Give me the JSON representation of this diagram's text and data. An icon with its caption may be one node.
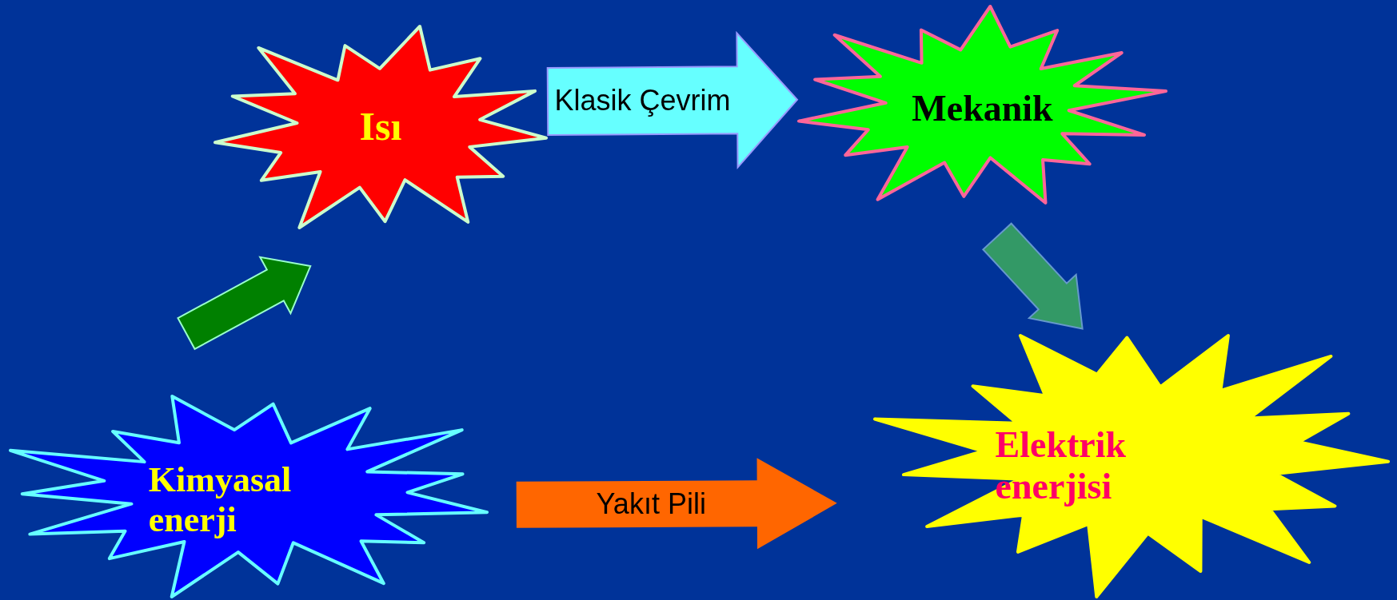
{
  "diagram": {
    "nodes": [
      {
        "text": [
          "Isı"
        ]
      },
      {
        "text": [
          "Mekanik"
        ]
      },
      {
        "text": [
          "Kimyasal enerji"
        ]
      },
      {
        "text": [
          "Elektrik enerjisi"
        ]
      }
    ],
    "edges": [
      {
        "from": 2,
        "to": 0,
        "arrow": "to",
        "style": "thick",
        "color": "#008000"
      },
      {
        "from": 0,
        "to": 1,
        "arrow": "to",
        "style": "thick",
        "color": "#66ffff",
        "label": "Klasik Çevrim"
      },
      {
        "from": 1,
        "to": 3,
        "arrow": "to",
        "style": "thick",
        "color": "#339966"
      },
      {
        "from": 2,
        "to": 3,
        "arrow": "to",
        "style": "thick",
        "color": "#ff6600",
        "label": "Yakıt Pili"
      }
    ]
  }
}
